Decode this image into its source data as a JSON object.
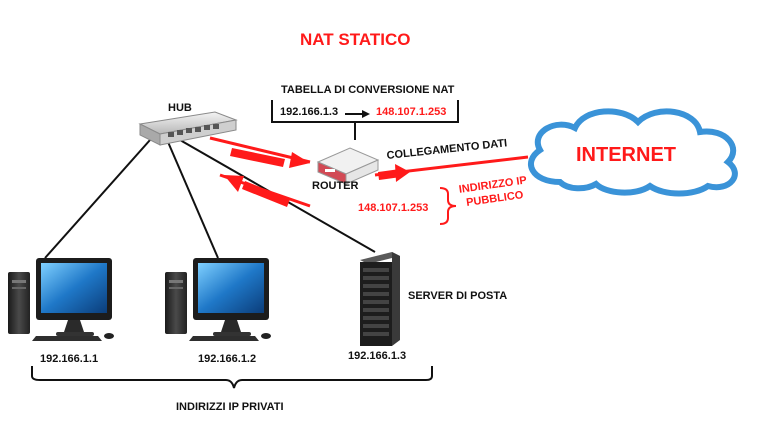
{
  "title": "NAT STATICO",
  "hub_label": "HUB",
  "nat_table": {
    "title": "TABELLA DI CONVERSIONE NAT",
    "private_ip": "192.166.1.3",
    "public_ip": "148.107.1.253"
  },
  "router_label": "ROUTER",
  "link_label": "COLLEGAMENTO DATI",
  "internet_label": "INTERNET",
  "public_ip_label": "148.107.1.253",
  "public_ip_caption_line1": "INDIRIZZO IP",
  "public_ip_caption_line2": "PUBBLICO",
  "hosts": [
    {
      "ip": "192.166.1.1"
    },
    {
      "ip": "192.166.1.2"
    },
    {
      "ip": "192.166.1.3"
    }
  ],
  "server_label": "SERVER DI POSTA",
  "private_ips_label": "INDIRIZZI IP PRIVATI",
  "colors": {
    "accent": "#ff1a1a",
    "cloud_stroke": "#3a93d8",
    "text": "#111111"
  }
}
